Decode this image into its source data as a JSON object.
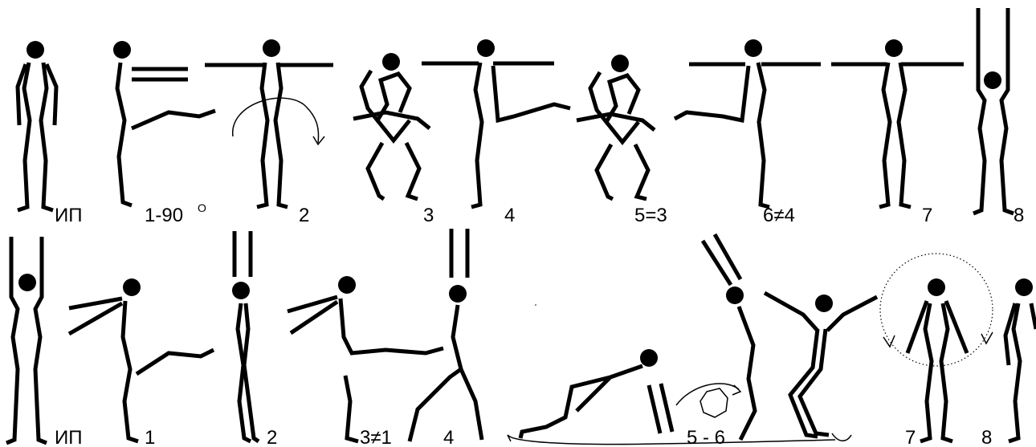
{
  "rows": [
    {
      "row": 1,
      "labels": [
        "ИП",
        "1-90",
        "2",
        "3",
        "4",
        "5=3",
        "6≠4",
        "7",
        "8"
      ],
      "degree_mark": "O"
    },
    {
      "row": 2,
      "labels": [
        "ИП",
        "1",
        "2",
        "3≠1",
        "4",
        "5 - 6",
        "7",
        "8"
      ]
    }
  ],
  "colors": {
    "ink": "#000000",
    "background": "#ffffff"
  }
}
